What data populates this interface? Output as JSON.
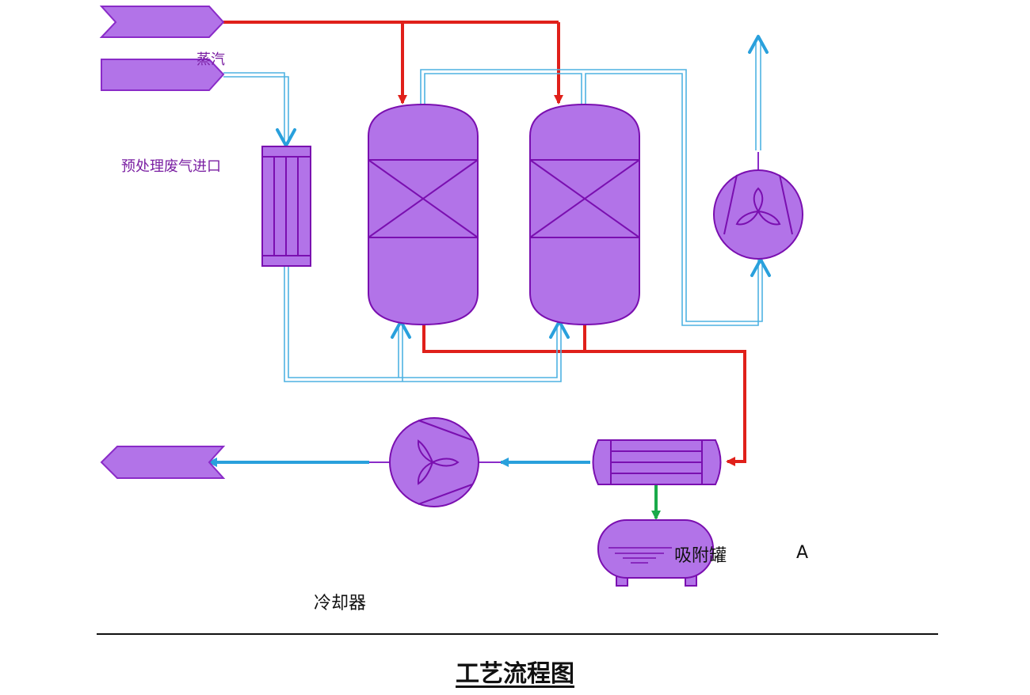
{
  "labels": {
    "steam": "蒸汽",
    "inlet": "预处理废气进口",
    "adsorber": "吸附罐",
    "marker_a": "A",
    "cooler": "冷却器"
  },
  "title": "工艺流程图",
  "colors": {
    "equipment_fill": "#b273e8",
    "equipment_stroke": "#7a0fb0",
    "steam_line": "#e0201a",
    "gas_line": "#29a0dc",
    "condensate_line": "#1aaa4a",
    "text_purple": "#7a1fa2"
  },
  "icons": [
    "offpage-connector",
    "heat-exchanger",
    "adsorption-vessel",
    "blower-fan",
    "condenser",
    "storage-tank"
  ]
}
